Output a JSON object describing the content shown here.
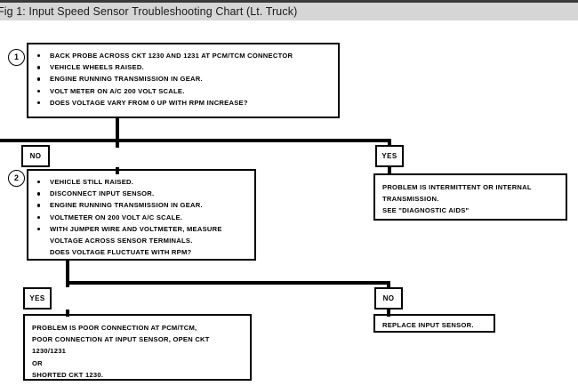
{
  "header": {
    "title": "Fig 1: Input Speed Sensor Troubleshooting Chart (Lt. Truck)"
  },
  "flow": {
    "step1": {
      "badge": "1",
      "items": [
        "BACK PROBE ACROSS CKT 1230 AND 1231 AT PCM/TCM CONNECTOR",
        "VEHICLE WHEELS RAISED.",
        "ENGINE RUNNING TRANSMISSION IN GEAR.",
        "VOLT METER ON A/C 200 VOLT SCALE.",
        "DOES VOLTAGE VARY FROM 0 UP WITH RPM INCREASE?"
      ]
    },
    "step1_no_label": "NO",
    "step1_yes_label": "YES",
    "step1_yes_result": {
      "lines": [
        "PROBLEM IS INTERMITTENT OR INTERNAL",
        "TRANSMISSION.",
        "SEE \"DIAGNOSTIC AIDS\""
      ]
    },
    "step2": {
      "badge": "2",
      "items": [
        "VEHICLE STILL RAISED.",
        "DISCONNECT INPUT SENSOR.",
        "ENGINE RUNNING TRANSMISSION IN GEAR.",
        "VOLTMETER ON 200 VOLT A/C SCALE.",
        "WITH JUMPER WIRE AND VOLTMETER, MEASURE\nVOLTAGE ACROSS SENSOR TERMINALS.\nDOES VOLTAGE FLUCTUATE WITH RPM?"
      ]
    },
    "step2_yes_label": "YES",
    "step2_no_label": "NO",
    "step2_yes_result": {
      "lines": [
        "PROBLEM IS POOR CONNECTION AT PCM/TCM,",
        "POOR CONNECTION AT INPUT SENSOR, OPEN CKT",
        "1230/1231",
        "OR",
        "SHORTED CKT 1230."
      ]
    },
    "step2_no_result": {
      "lines": [
        "REPLACE INPUT SENSOR."
      ]
    }
  }
}
